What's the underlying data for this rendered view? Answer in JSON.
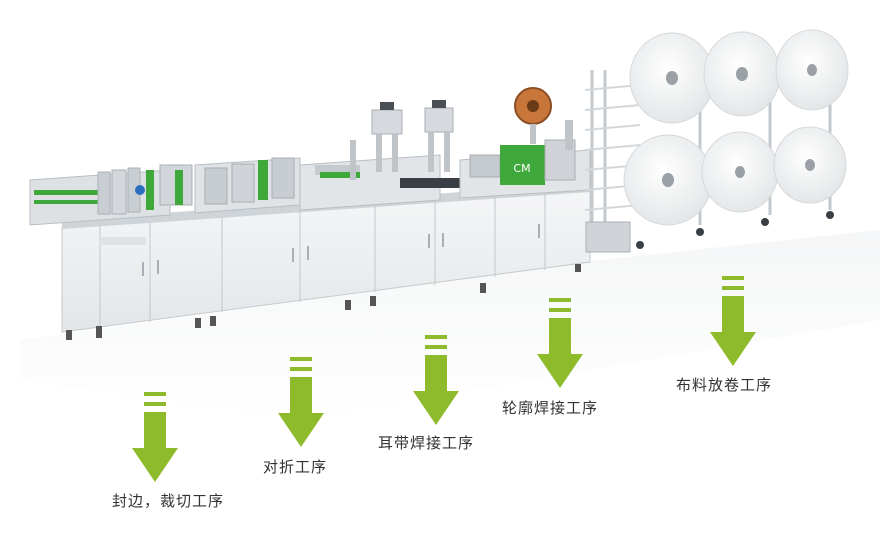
{
  "colors": {
    "accent": "#8dbb2c",
    "accent_dark": "#6f9a1c",
    "label": "#333333",
    "machine_body": "#e9ecee",
    "machine_line": "#b6bcc2",
    "roll": "#f4f5f6",
    "machine_green": "#3fa83a"
  },
  "illustration": {
    "subject": "mask-production-line",
    "brand_text": "CM"
  },
  "steps": [
    {
      "id": "edge-sealing-cutting",
      "label": "封边，裁切工序",
      "icon": "arrow-down-icon"
    },
    {
      "id": "folding",
      "label": "对折工序",
      "icon": "arrow-down-icon"
    },
    {
      "id": "ear-loop-welding",
      "label": "耳带焊接工序",
      "icon": "arrow-down-icon"
    },
    {
      "id": "outline-welding",
      "label": "轮廓焊接工序",
      "icon": "arrow-down-icon"
    },
    {
      "id": "fabric-unwinding",
      "label": "布料放卷工序",
      "icon": "arrow-down-icon"
    }
  ]
}
